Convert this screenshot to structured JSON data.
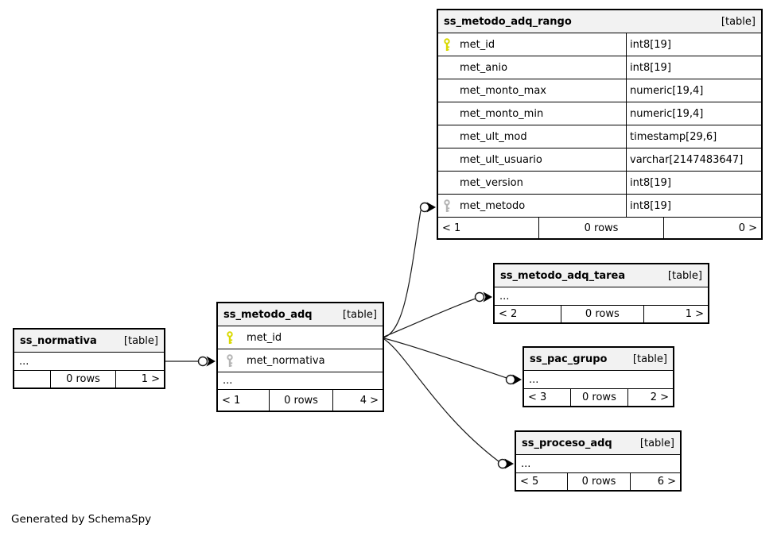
{
  "note": "Generated by SchemaSpy",
  "colors": {
    "pk_key": "#d9d900",
    "fk_key": "#b4b4b4",
    "header_bg": "#f2f2f2",
    "border": "#000000"
  },
  "tables": {
    "normativa": {
      "title": "ss_normativa",
      "badge": "[table]",
      "ellipsis": "...",
      "footer": {
        "left": "",
        "center": "0 rows",
        "right": "1 >"
      }
    },
    "metodo_adq": {
      "title": "ss_metodo_adq",
      "badge": "[table]",
      "ellipsis": "...",
      "columns": [
        {
          "name": "met_id",
          "key": "primary"
        },
        {
          "name": "met_normativa",
          "key": "foreign"
        }
      ],
      "footer": {
        "left": "< 1",
        "center": "0 rows",
        "right": "4 >"
      }
    },
    "rango": {
      "title": "ss_metodo_adq_rango",
      "badge": "[table]",
      "columns": [
        {
          "name": "met_id",
          "type": "int8[19]",
          "key": "primary"
        },
        {
          "name": "met_anio",
          "type": "int8[19]",
          "key": ""
        },
        {
          "name": "met_monto_max",
          "type": "numeric[19,4]",
          "key": ""
        },
        {
          "name": "met_monto_min",
          "type": "numeric[19,4]",
          "key": ""
        },
        {
          "name": "met_ult_mod",
          "type": "timestamp[29,6]",
          "key": ""
        },
        {
          "name": "met_ult_usuario",
          "type": "varchar[2147483647]",
          "key": ""
        },
        {
          "name": "met_version",
          "type": "int8[19]",
          "key": ""
        },
        {
          "name": "met_metodo",
          "type": "int8[19]",
          "key": "foreign"
        }
      ],
      "footer": {
        "left": "< 1",
        "center": "0 rows",
        "right": "0 >"
      }
    },
    "tarea": {
      "title": "ss_metodo_adq_tarea",
      "badge": "[table]",
      "ellipsis": "...",
      "footer": {
        "left": "< 2",
        "center": "0 rows",
        "right": "1 >"
      }
    },
    "pac_grupo": {
      "title": "ss_pac_grupo",
      "badge": "[table]",
      "ellipsis": "...",
      "footer": {
        "left": "< 3",
        "center": "0 rows",
        "right": "2 >"
      }
    },
    "proceso_adq": {
      "title": "ss_proceso_adq",
      "badge": "[table]",
      "ellipsis": "...",
      "footer": {
        "left": "< 5",
        "center": "0 rows",
        "right": "6 >"
      }
    }
  }
}
